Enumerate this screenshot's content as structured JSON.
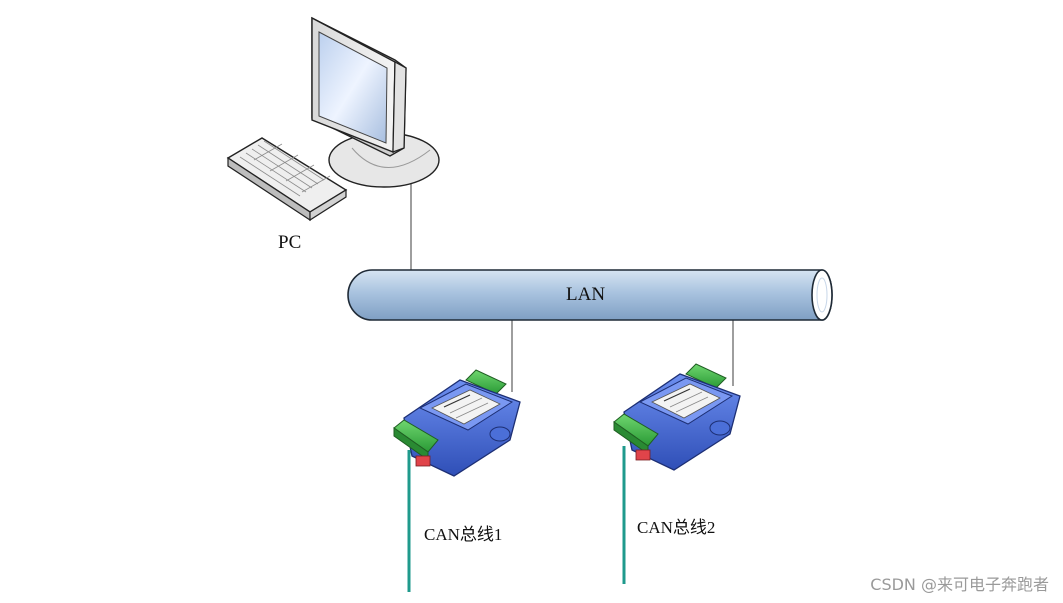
{
  "labels": {
    "pc": "PC",
    "lan": "LAN",
    "can_bus_1": "CAN总线1",
    "can_bus_2": "CAN总线2"
  },
  "watermark": "CSDN @来可电子奔跑者",
  "colors": {
    "pipe_fill": "#a9c3df",
    "pipe_stroke": "#1f2a36",
    "device_blue": "#4b6fd8",
    "terminal_green": "#3dbb4a",
    "can_cable": "#1f9a8c",
    "connector_line": "#6a6a6a"
  },
  "icons": {
    "pc": "desktop-computer-icon",
    "keyboard": "keyboard-icon",
    "gateway": "can-ethernet-gateway-icon"
  }
}
